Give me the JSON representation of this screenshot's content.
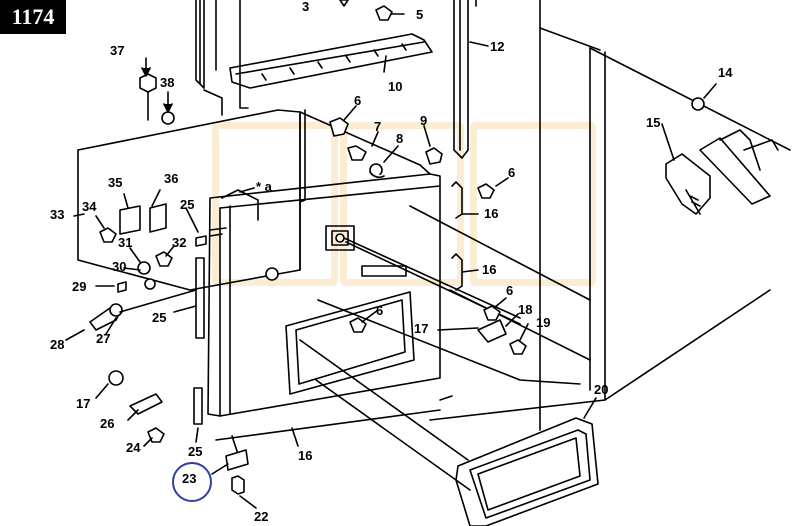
{
  "figure": {
    "number": "1174",
    "callouts": {
      "c3": "3",
      "c5": "5",
      "c12": "12",
      "c37": "37",
      "c38": "38",
      "c10": "10",
      "c14": "14",
      "c6a": "6",
      "c15": "15",
      "c7": "7",
      "c9": "9",
      "c8": "8",
      "c35": "35",
      "c36": "36",
      "ca": "* a",
      "c6b": "6",
      "c33": "33",
      "c34": "34",
      "c25a": "25",
      "c16a": "16",
      "c31": "31",
      "c32": "32",
      "c30": "30",
      "c16b": "16",
      "c29": "29",
      "c6c": "6",
      "c18": "18",
      "c25b": "25",
      "c6d": "6",
      "c17a": "17",
      "c19": "19",
      "c28": "28",
      "c27": "27",
      "c17b": "17",
      "c20": "20",
      "c26": "26",
      "c24": "24",
      "c25c": "25",
      "c16c": "16",
      "c23": "23",
      "c22": "22"
    }
  },
  "colors": {
    "line": "#000000",
    "highlight_ring": "#2b3fa8",
    "watermark": "#f5deb0"
  }
}
